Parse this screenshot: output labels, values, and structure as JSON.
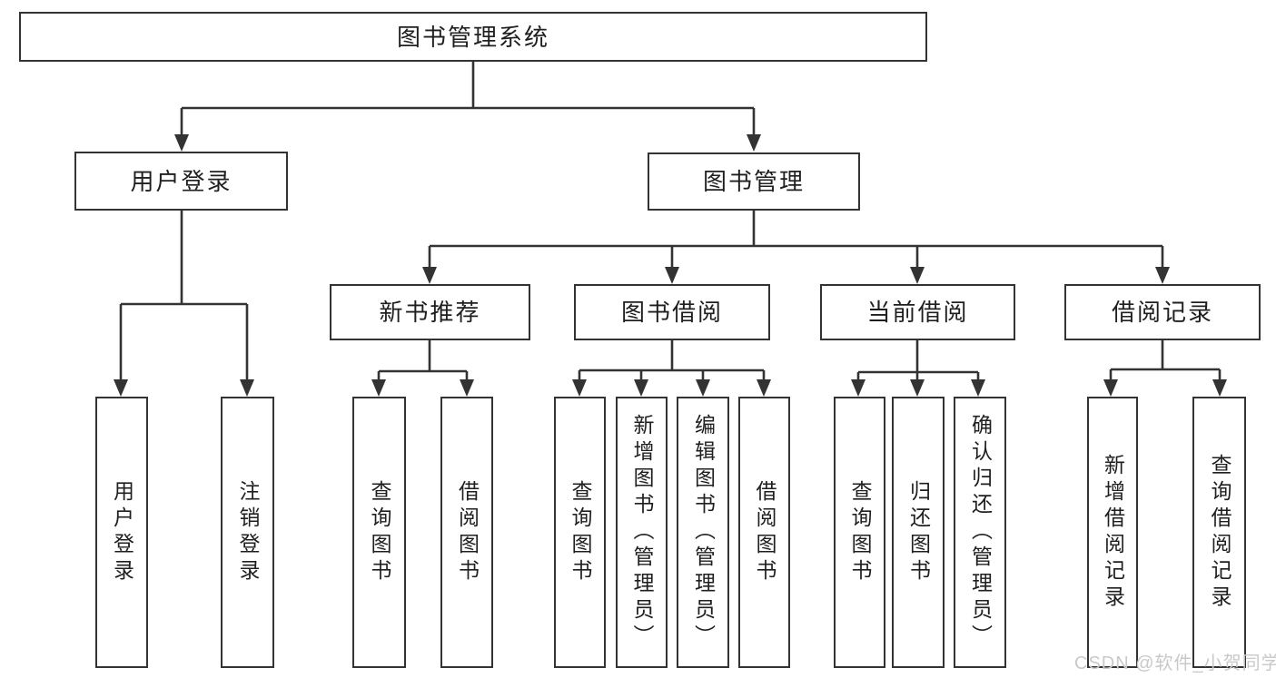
{
  "diagram": {
    "title": "图书管理系统",
    "watermark": "CSDN @软件_小贺同学",
    "colors": {
      "line": "#333333",
      "box_border": "#333333",
      "text": "#1f1f1f",
      "watermark": "#c9c9c9",
      "background": "#ffffff"
    },
    "nodes": {
      "root": {
        "label": "图书管理系统"
      },
      "user_login": {
        "label": "用户登录"
      },
      "book_mgmt": {
        "label": "图书管理"
      },
      "leaf_user_login": {
        "label": "用户登录"
      },
      "leaf_logout": {
        "label": "注销登录"
      },
      "new_book": {
        "label": "新书推荐"
      },
      "borrow": {
        "label": "图书借阅"
      },
      "current": {
        "label": "当前借阅"
      },
      "record": {
        "label": "借阅记录"
      },
      "nb_query": {
        "label": "查询图书"
      },
      "nb_borrow": {
        "label": "借阅图书"
      },
      "bb_query": {
        "label": "查询图书"
      },
      "bb_add": {
        "label": "新增图书（管理员）"
      },
      "bb_edit": {
        "label": "编辑图书（管理员）"
      },
      "bb_borrow": {
        "label": "借阅图书"
      },
      "cb_query": {
        "label": "查询图书"
      },
      "cb_return": {
        "label": "归还图书"
      },
      "cb_confirm": {
        "label": "确认归还（管理员）"
      },
      "br_add": {
        "label": "新增借阅记录"
      },
      "br_query": {
        "label": "查询借阅记录"
      }
    },
    "hierarchy": {
      "图书管理系统": {
        "用户登录": [
          "用户登录",
          "注销登录"
        ],
        "图书管理": {
          "新书推荐": [
            "查询图书",
            "借阅图书"
          ],
          "图书借阅": [
            "查询图书",
            "新增图书（管理员）",
            "编辑图书（管理员）",
            "借阅图书"
          ],
          "当前借阅": [
            "查询图书",
            "归还图书",
            "确认归还（管理员）"
          ],
          "借阅记录": [
            "新增借阅记录",
            "查询借阅记录"
          ]
        }
      }
    }
  }
}
